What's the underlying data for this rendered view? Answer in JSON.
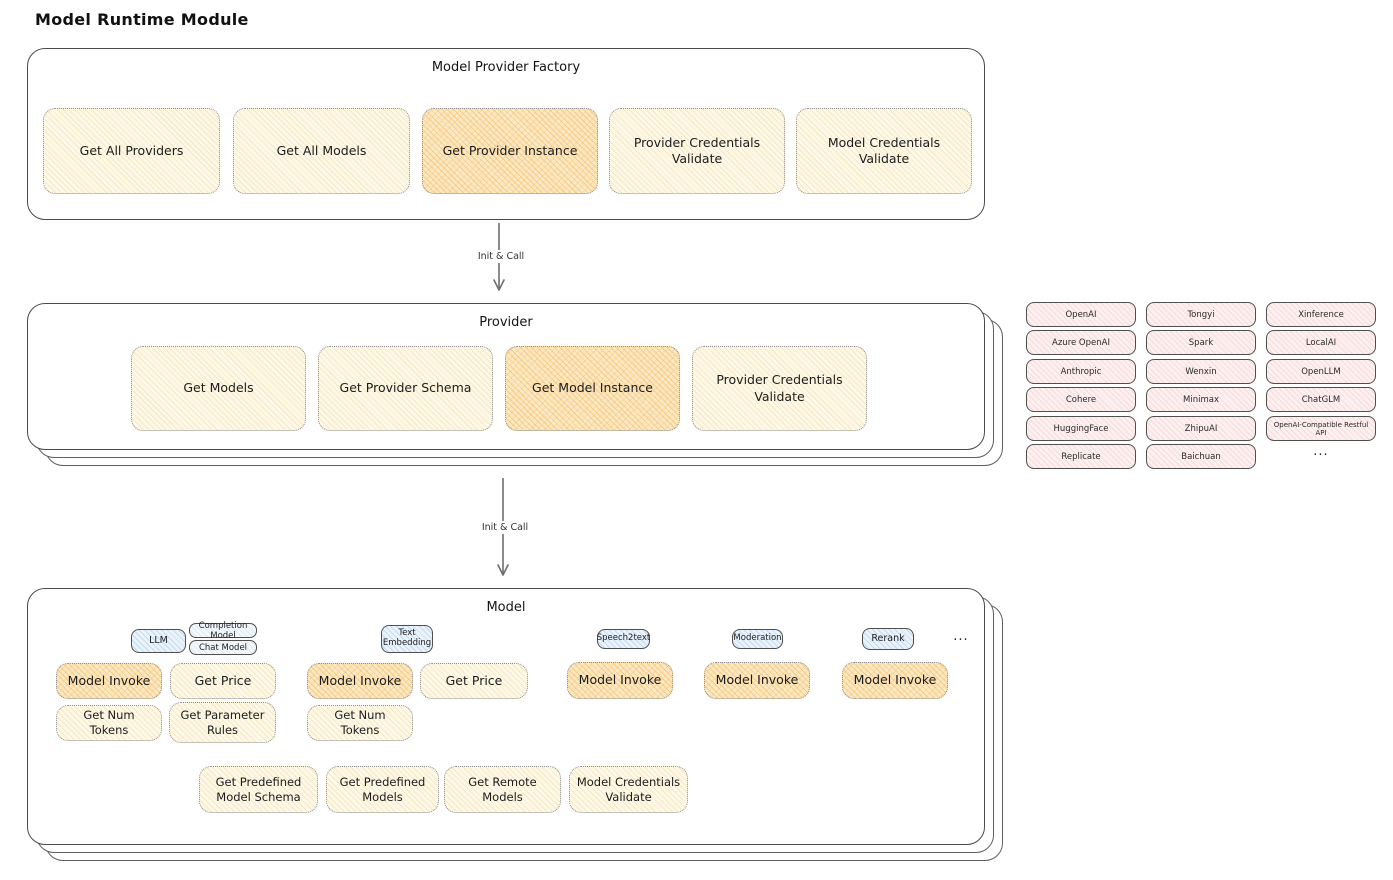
{
  "title": "Model Runtime Module",
  "colors": {
    "canvas_bg": "#ffffff",
    "box_border": "#4a4a4a",
    "node_yellow_fill": "#fdf8e8",
    "node_yellow_hatch": "#ebc46a",
    "node_orange_fill": "#fbe9c4",
    "node_orange_hatch": "#f2a63c",
    "provider_pink_fill": "#fdf0f0",
    "provider_pink_hatch": "#f08c8c",
    "tab_blue_fill": "#eaf3fb",
    "tab_blue_hatch": "#6ea5dc"
  },
  "factory": {
    "title": "Model Provider Factory",
    "buttons": [
      {
        "label": "Get All Providers",
        "highlight": false
      },
      {
        "label": "Get All Models",
        "highlight": false
      },
      {
        "label": "Get Provider Instance",
        "highlight": true
      },
      {
        "label": "Provider Credentials Validate",
        "highlight": false
      },
      {
        "label": "Model Credentials Validate",
        "highlight": false
      }
    ]
  },
  "arrows": {
    "first": {
      "label": "Init & Call"
    },
    "second": {
      "label": "Init & Call"
    }
  },
  "provider": {
    "title": "Provider",
    "buttons": [
      {
        "label": "Get Models",
        "highlight": false
      },
      {
        "label": "Get Provider Schema",
        "highlight": false
      },
      {
        "label": "Get Model Instance",
        "highlight": true
      },
      {
        "label": "Provider Credentials Validate",
        "highlight": false
      }
    ]
  },
  "provider_grid": {
    "columns": [
      [
        "OpenAI",
        "Azure OpenAI",
        "Anthropic",
        "Cohere",
        "HuggingFace",
        "Replicate"
      ],
      [
        "Tongyi",
        "Spark",
        "Wenxin",
        "Minimax",
        "ZhipuAI",
        "Baichuan"
      ],
      [
        "Xinference",
        "LocalAI",
        "OpenLLM",
        "ChatGLM",
        "OpenAI-Compatible Restful API"
      ]
    ],
    "more": "..."
  },
  "model": {
    "title": "Model",
    "groups": [
      {
        "tab": "LLM",
        "subtabs": [
          "Completion Model",
          "Chat Model"
        ],
        "buttons": [
          {
            "label": "Model Invoke",
            "highlight": true
          },
          {
            "label": "Get Price",
            "highlight": false
          },
          {
            "label": "Get Num Tokens",
            "highlight": false
          },
          {
            "label": "Get Parameter Rules",
            "highlight": false
          }
        ]
      },
      {
        "tab": "Text Embedding",
        "buttons": [
          {
            "label": "Model Invoke",
            "highlight": true
          },
          {
            "label": "Get Price",
            "highlight": false
          },
          {
            "label": "Get Num Tokens",
            "highlight": false
          }
        ]
      },
      {
        "tab": "Speech2text",
        "buttons": [
          {
            "label": "Model Invoke",
            "highlight": true
          }
        ]
      },
      {
        "tab": "Moderation",
        "buttons": [
          {
            "label": "Model Invoke",
            "highlight": true
          }
        ]
      },
      {
        "tab": "Rerank",
        "buttons": [
          {
            "label": "Model Invoke",
            "highlight": true
          }
        ]
      }
    ],
    "more": "...",
    "bottom_buttons": [
      "Get Predefined Model Schema",
      "Get Predefined Models",
      "Get Remote Models",
      "Model Credentials Validate"
    ]
  }
}
